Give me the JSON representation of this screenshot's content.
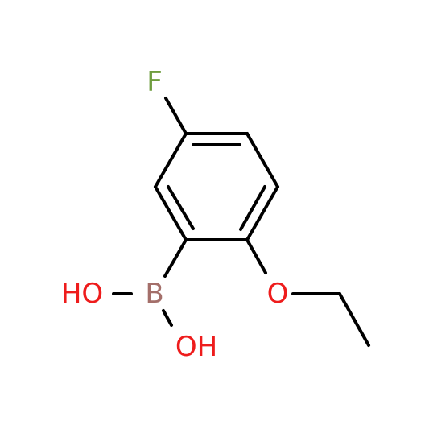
{
  "molecule": {
    "atoms": {
      "fluorine": "F",
      "boron": "B",
      "hydroxyl_left": "HO",
      "hydroxyl_bottom": "OH",
      "ether_oxygen": "O"
    },
    "colors": {
      "bond": "#000000",
      "fluorine": "#6f9d3f",
      "boron": "#a46f6a",
      "oxygen": "#ee1c1c"
    }
  }
}
